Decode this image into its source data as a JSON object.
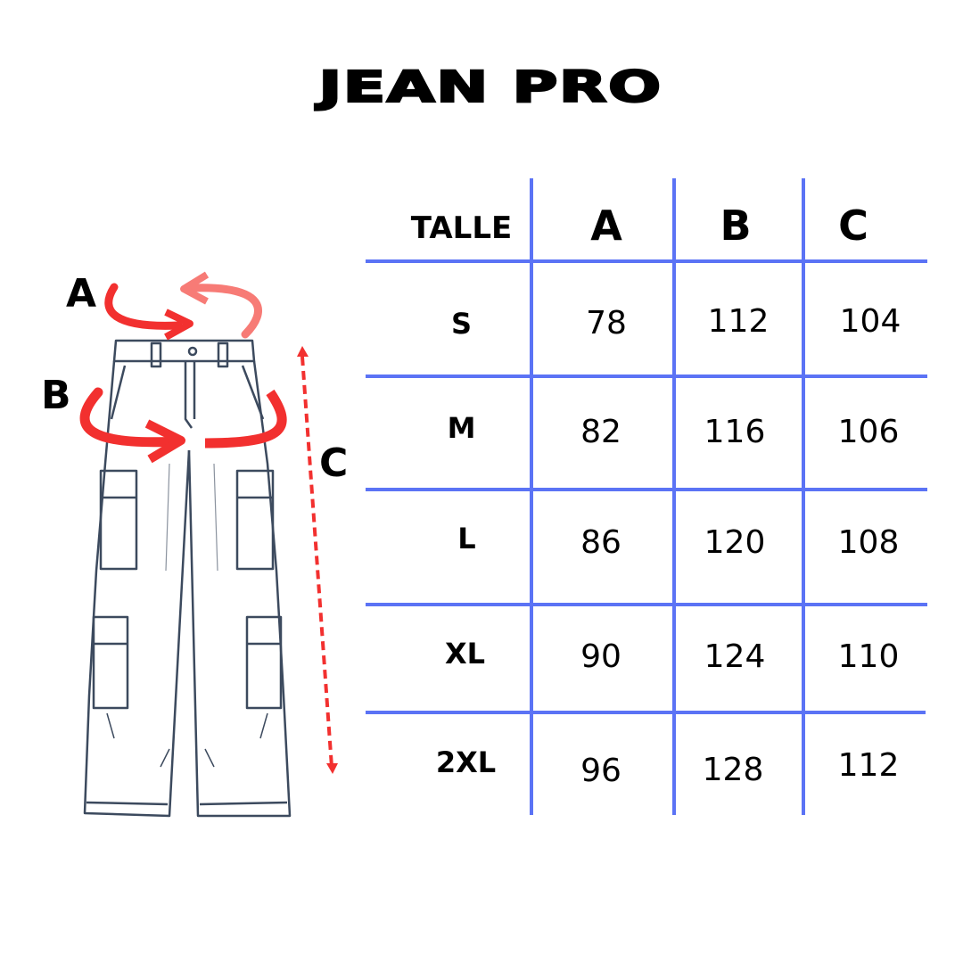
{
  "title": "JEAN PRO",
  "colors": {
    "grid": "#5b73f5",
    "arrow_red": "#f2302f",
    "arrow_light_red": "#f77b76",
    "sketch": "#3c4a5e"
  },
  "diagram": {
    "icon": "cargo-pants-sketch",
    "labels": {
      "a": "A",
      "b": "B",
      "c": "C"
    }
  },
  "table": {
    "header": {
      "talle": "TALLE",
      "cols": [
        "A",
        "B",
        "C"
      ]
    },
    "rows": [
      {
        "size": "S",
        "values": [
          "78",
          "112",
          "104"
        ]
      },
      {
        "size": "M",
        "values": [
          "82",
          "116",
          "106"
        ]
      },
      {
        "size": "L",
        "values": [
          "86",
          "120",
          "108"
        ]
      },
      {
        "size": "XL",
        "values": [
          "90",
          "124",
          "110"
        ]
      },
      {
        "size": "2XL",
        "values": [
          "96",
          "128",
          "112"
        ]
      }
    ]
  },
  "chart_data": {
    "type": "table",
    "title": "JEAN PRO",
    "columns": [
      "TALLE",
      "A",
      "B",
      "C"
    ],
    "rows": [
      [
        "S",
        78,
        112,
        104
      ],
      [
        "M",
        82,
        116,
        106
      ],
      [
        "L",
        86,
        120,
        108
      ],
      [
        "XL",
        90,
        124,
        110
      ],
      [
        "2XL",
        96,
        128,
        112
      ]
    ]
  }
}
